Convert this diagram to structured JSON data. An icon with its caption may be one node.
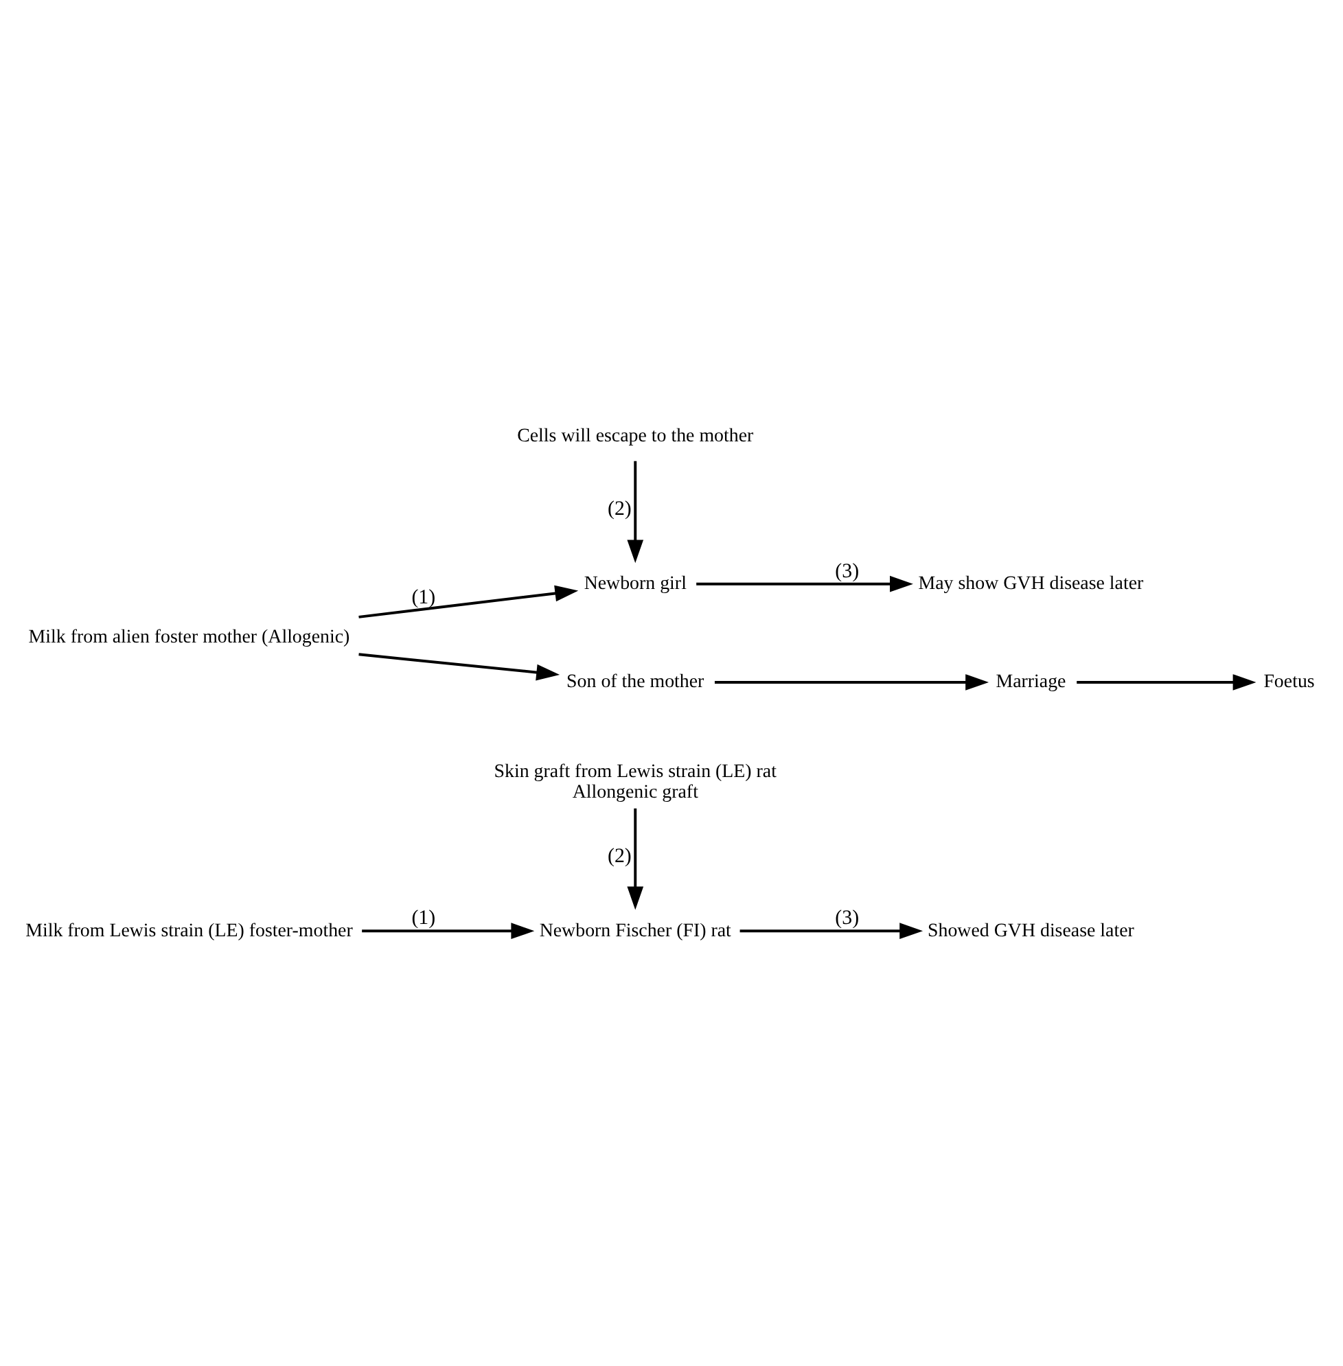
{
  "diagram": {
    "nodes": [
      {
        "text": [
          "Newborn Fischer (FI) rat"
        ]
      },
      {
        "text": [
          "Showed GVH disease later"
        ]
      },
      {
        "text": [
          "Milk from Lewis strain (LE) foster-mother"
        ]
      },
      {
        "text": [
          "Skin graft from Lewis strain (LE) rat",
          "Allongenic graft"
        ]
      },
      {
        "text": [
          "Newborn girl"
        ]
      },
      {
        "text": [
          "May show GVH disease later"
        ]
      },
      {
        "text": [
          "Milk from alien foster mother (Allogenic)"
        ]
      },
      {
        "text": [
          "Cells will escape to the mother"
        ]
      },
      {
        "text": [
          "Son of the mother"
        ]
      },
      {
        "text": [
          "Marriage"
        ]
      },
      {
        "text": [
          "Foetus"
        ]
      }
    ],
    "edges": [
      {
        "from": 2,
        "to": 0,
        "arrow": "to",
        "label": "(1)"
      },
      {
        "from": 0,
        "to": 1,
        "arrow": "to",
        "label": "(3)"
      },
      {
        "from": 3,
        "to": 0,
        "arrow": "to",
        "label": "(2)"
      },
      {
        "from": 6,
        "to": 4,
        "arrow": "to",
        "label": "(1)"
      },
      {
        "from": 4,
        "to": 5,
        "arrow": "to",
        "label": "(3)"
      },
      {
        "from": 7,
        "to": 4,
        "arrow": "to",
        "label": "(2)"
      },
      {
        "from": 6,
        "to": 8,
        "arrow": "to"
      },
      {
        "from": 8,
        "to": 9,
        "arrow": "to"
      },
      {
        "from": 9,
        "to": 10,
        "arrow": "to"
      }
    ]
  }
}
